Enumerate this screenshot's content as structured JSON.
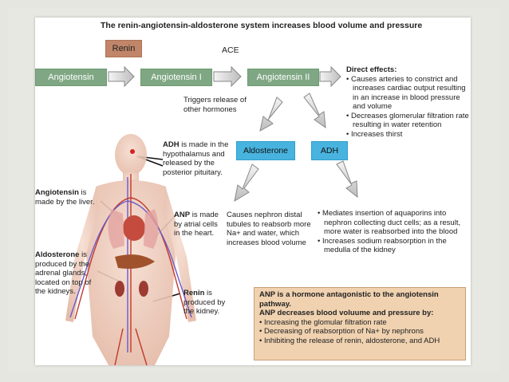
{
  "title": "The renin-angiotensin-aldosterone system increases blood volume and pressure",
  "boxes": {
    "renin": "Renin",
    "ace": "ACE",
    "angiotensin": "Angiotensin",
    "angiotensin_i": "Angiotensin I",
    "angiotensin_ii": "Angiotensin II",
    "aldosterone": "Aldosterone",
    "adh": "ADH"
  },
  "direct_effects": {
    "heading": "Direct effects:",
    "items": [
      "Causes arteries to constrict and increases cardiac output resulting in an increase in blood pressure and volume",
      "Decreases glomerular filtration rate resulting in water retention",
      "Increases thirst"
    ]
  },
  "triggers": "Triggers release of other hormones",
  "aldosterone_effect": "Causes nephron distal tubules to reabsorb more Na+ and water, which increases blood volume",
  "adh_effects": [
    "Mediates insertion of aquaporins into nephron collecting duct cells; as a result, more water is reabsorbed into the blood",
    "Increases sodium reabsorption in the medulla of the kidney"
  ],
  "body_labels": {
    "adh_bold": "ADH",
    "adh_rest": "is made in the hypothalamus and released by the posterior pituitary.",
    "angiotensin_bold": "Angiotensin",
    "angiotensin_rest": "is made by the liver.",
    "anp_bold": "ANP",
    "anp_rest": "is made by atrial cells in the heart.",
    "aldosterone_bold": "Aldosterone",
    "aldosterone_rest": "is produced by the adrenal glands, located on top of the kidneys.",
    "renin_bold": "Renin",
    "renin_rest": "is produced by the kidney."
  },
  "anp_box": {
    "line1": "ANP is a hormone antagonistic to the angiotensin pathway.",
    "line2": "ANP decreases blood voluume and pressure by:",
    "items": [
      "Increasing the glomular filtration rate",
      "Decreasing of reabsorption of Na+ by nephrons",
      "Inhibiting the release of renin, aldosterone, and ADH"
    ]
  },
  "colors": {
    "green": "#7fa784",
    "renin": "#c1866a",
    "blue": "#48b3de",
    "anp_box": "#f0d2b0"
  }
}
